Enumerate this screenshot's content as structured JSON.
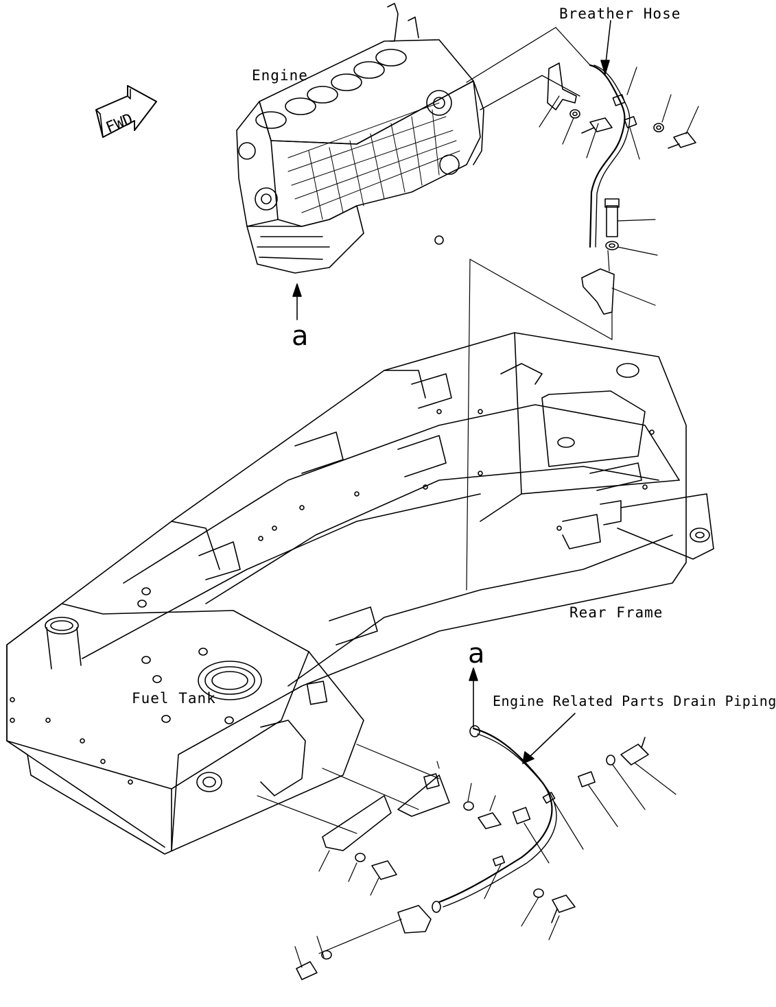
{
  "labels": {
    "breather_hose": "Breather Hose",
    "engine": "Engine",
    "rear_frame": "Rear Frame",
    "fuel_tank": "Fuel Tank",
    "drain_piping": "Engine Related Parts Drain Piping"
  },
  "markers": {
    "fwd": "FWD",
    "ref_top": "a",
    "ref_bottom": "a"
  },
  "colors": {
    "line": "#000000",
    "background": "#ffffff"
  }
}
